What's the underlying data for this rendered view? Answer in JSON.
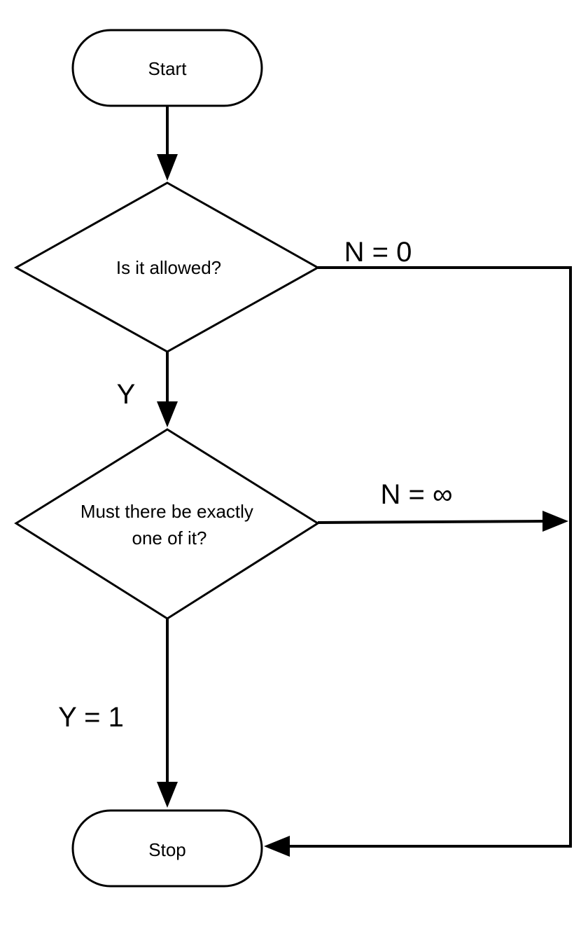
{
  "nodes": {
    "start": {
      "label": "Start"
    },
    "decision_allowed": {
      "label": "Is it allowed?"
    },
    "decision_exactly_one": {
      "lines": [
        "Must there be exactly",
        "one of it?"
      ]
    },
    "stop": {
      "label": "Stop"
    }
  },
  "edges": {
    "allowed_no": {
      "label": "N = 0"
    },
    "allowed_yes": {
      "label": "Y"
    },
    "exactly_one_no": {
      "label": "N = ∞"
    },
    "exactly_one_yes": {
      "label": "Y = 1"
    }
  }
}
